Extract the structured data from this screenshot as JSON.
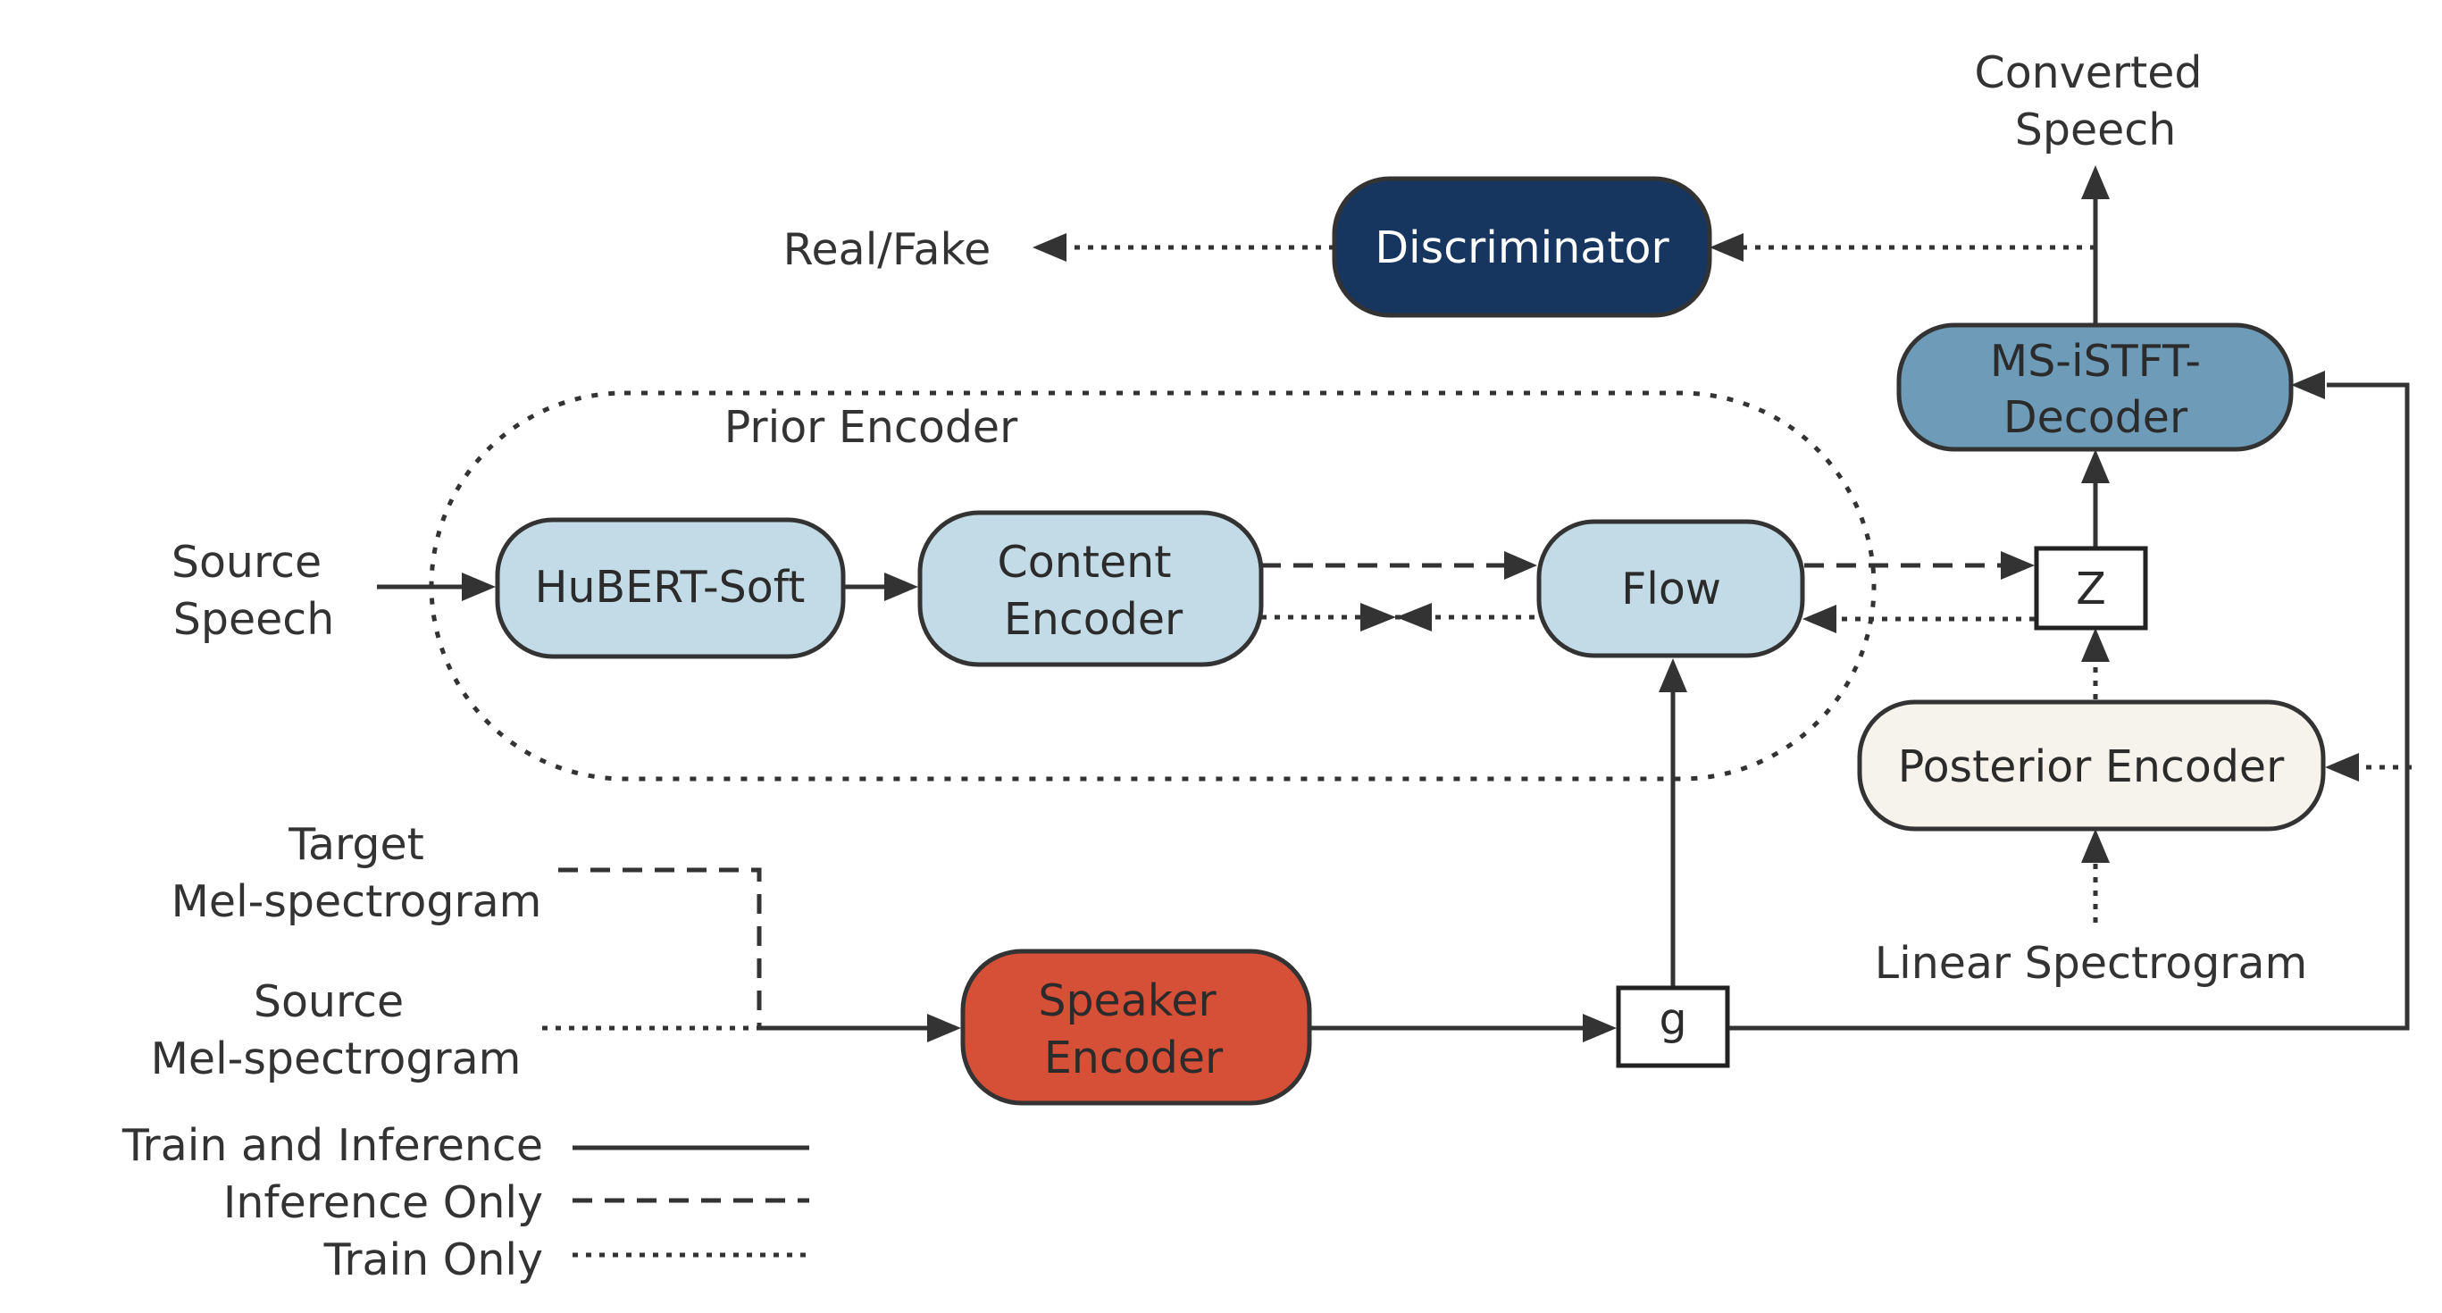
{
  "colors": {
    "light_blue": "#c2dbe7",
    "steel_blue": "#6e9cb8",
    "navy": "#17365f",
    "red": "#d64f37",
    "cream": "#f6f2ec",
    "line": "#333333"
  },
  "nodes": {
    "discriminator": "Discriminator",
    "decoder_line1": "MS-iSTFT-",
    "decoder_line2": "Decoder",
    "hubert": "HuBERT-Soft",
    "content_line1": "Content",
    "content_line2": "Encoder",
    "flow": "Flow",
    "z": "Z",
    "posterior": "Posterior Encoder",
    "speaker_line1": "Speaker",
    "speaker_line2": "Encoder",
    "g": "g"
  },
  "labels": {
    "converted_line1": "Converted",
    "converted_line2": "Speech",
    "real_fake": "Real/Fake",
    "prior_encoder": "Prior Encoder",
    "source_speech_line1": "Source",
    "source_speech_line2": "Speech",
    "target_mel_line1": "Target",
    "target_mel_line2": "Mel-spectrogram",
    "source_mel_line1": "Source",
    "source_mel_line2": "Mel-spectrogram",
    "linear_spectrogram": "Linear Spectrogram"
  },
  "legend": {
    "train_and_inference": "Train and Inference",
    "inference_only": "Inference Only",
    "train_only": "Train Only"
  }
}
